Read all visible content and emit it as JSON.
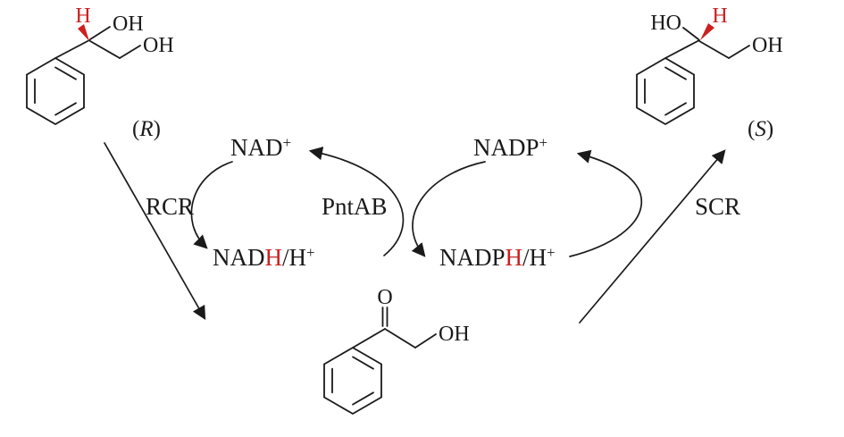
{
  "colors": {
    "ink": "#1a1a1a",
    "red": "#cc2020",
    "background": "#ffffff"
  },
  "molecules": {
    "r_diol": {
      "h": "H",
      "oh_top": "OH",
      "oh_side": "OH",
      "config_open": "(",
      "config_letter": "R",
      "config_close": ")"
    },
    "s_diol": {
      "ho": "HO",
      "h": "H",
      "oh_side": "OH",
      "config_open": "(",
      "config_letter": "S",
      "config_close": ")"
    },
    "ketone": {
      "o": "O",
      "oh": "OH"
    }
  },
  "cofactors": {
    "nad_plus": {
      "text": "NAD",
      "sup": "+"
    },
    "nadh": {
      "p1": "NAD",
      "h": "H",
      "p2": "/H",
      "sup": "+"
    },
    "nadp_plus": {
      "text": "NADP",
      "sup": "+"
    },
    "nadph": {
      "p1": "NADP",
      "h": "H",
      "p2": "/H",
      "sup": "+"
    }
  },
  "enzymes": {
    "rcr": "RCR",
    "pntab": "PntAB",
    "scr": "SCR"
  }
}
